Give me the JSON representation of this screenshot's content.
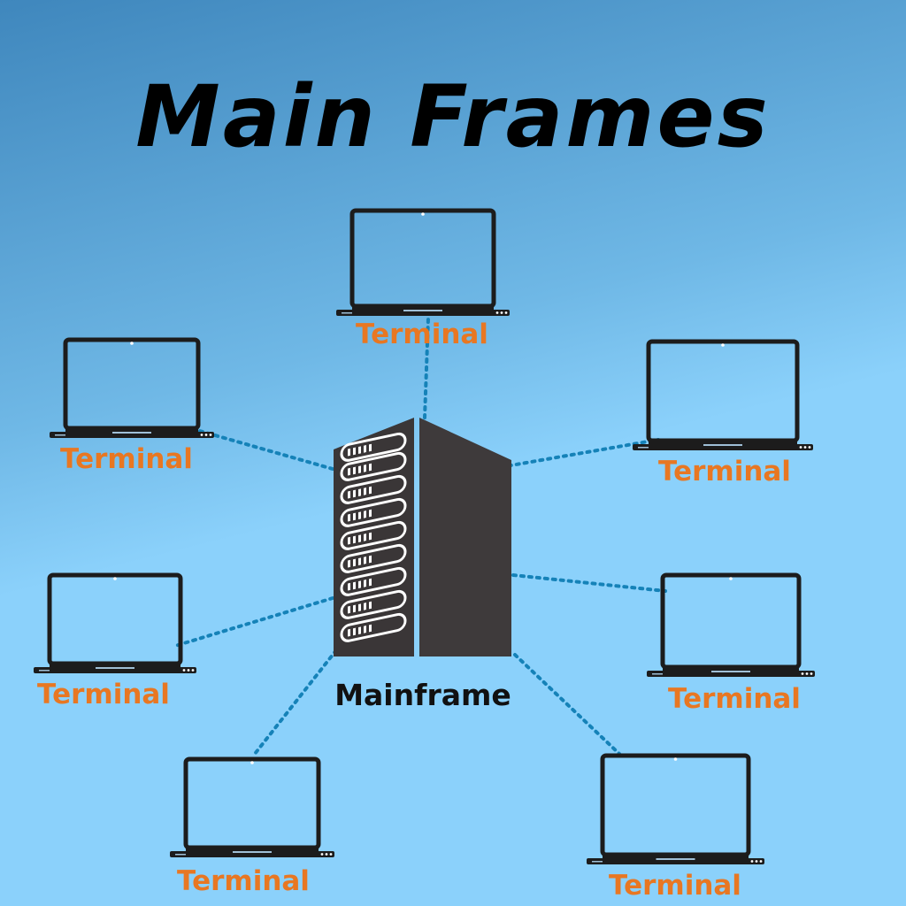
{
  "title": "Main Frames",
  "mainframe": {
    "label": "Mainframe"
  },
  "terminals": [
    {
      "id": "top",
      "label": "Terminal"
    },
    {
      "id": "upper-left",
      "label": "Terminal"
    },
    {
      "id": "upper-right",
      "label": "Terminal"
    },
    {
      "id": "middle-left",
      "label": "Terminal"
    },
    {
      "id": "middle-right",
      "label": "Terminal"
    },
    {
      "id": "bottom-left",
      "label": "Terminal"
    },
    {
      "id": "bottom-right",
      "label": "Terminal"
    }
  ],
  "colors": {
    "background_top": "#3f87bd",
    "background_mid": "#6fb8e6",
    "background_bottom": "#8bd1fb",
    "title": "#000000",
    "terminal_label": "#e87722",
    "mainframe_label": "#111111",
    "connector": "#1582b8",
    "device": "#1c1c1c",
    "server_front": "#3a3637",
    "server_side": "#3e3a3b",
    "server_light": "#ffffff"
  },
  "icons": {
    "terminal": "laptop-icon",
    "mainframe": "server-tower-icon"
  }
}
